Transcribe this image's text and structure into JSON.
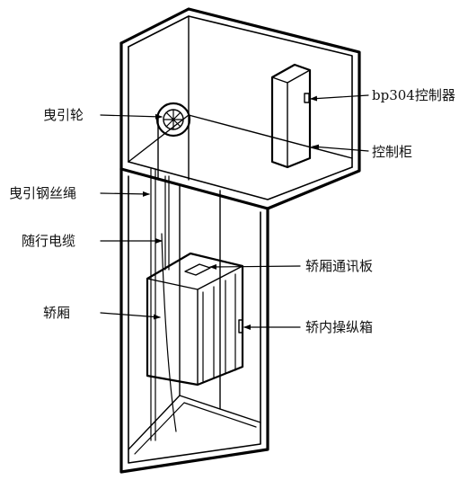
{
  "diagram": {
    "labels": {
      "traction_wheel": "曳引轮",
      "controller": "bp304控制器",
      "control_cabinet": "控制柜",
      "wire_rope": "曳引钢丝绳",
      "traveling_cable": "随行电缆",
      "car_comm_board": "轿厢通讯板",
      "car": "轿厢",
      "car_operating_panel": "轿内操纵箱"
    }
  }
}
